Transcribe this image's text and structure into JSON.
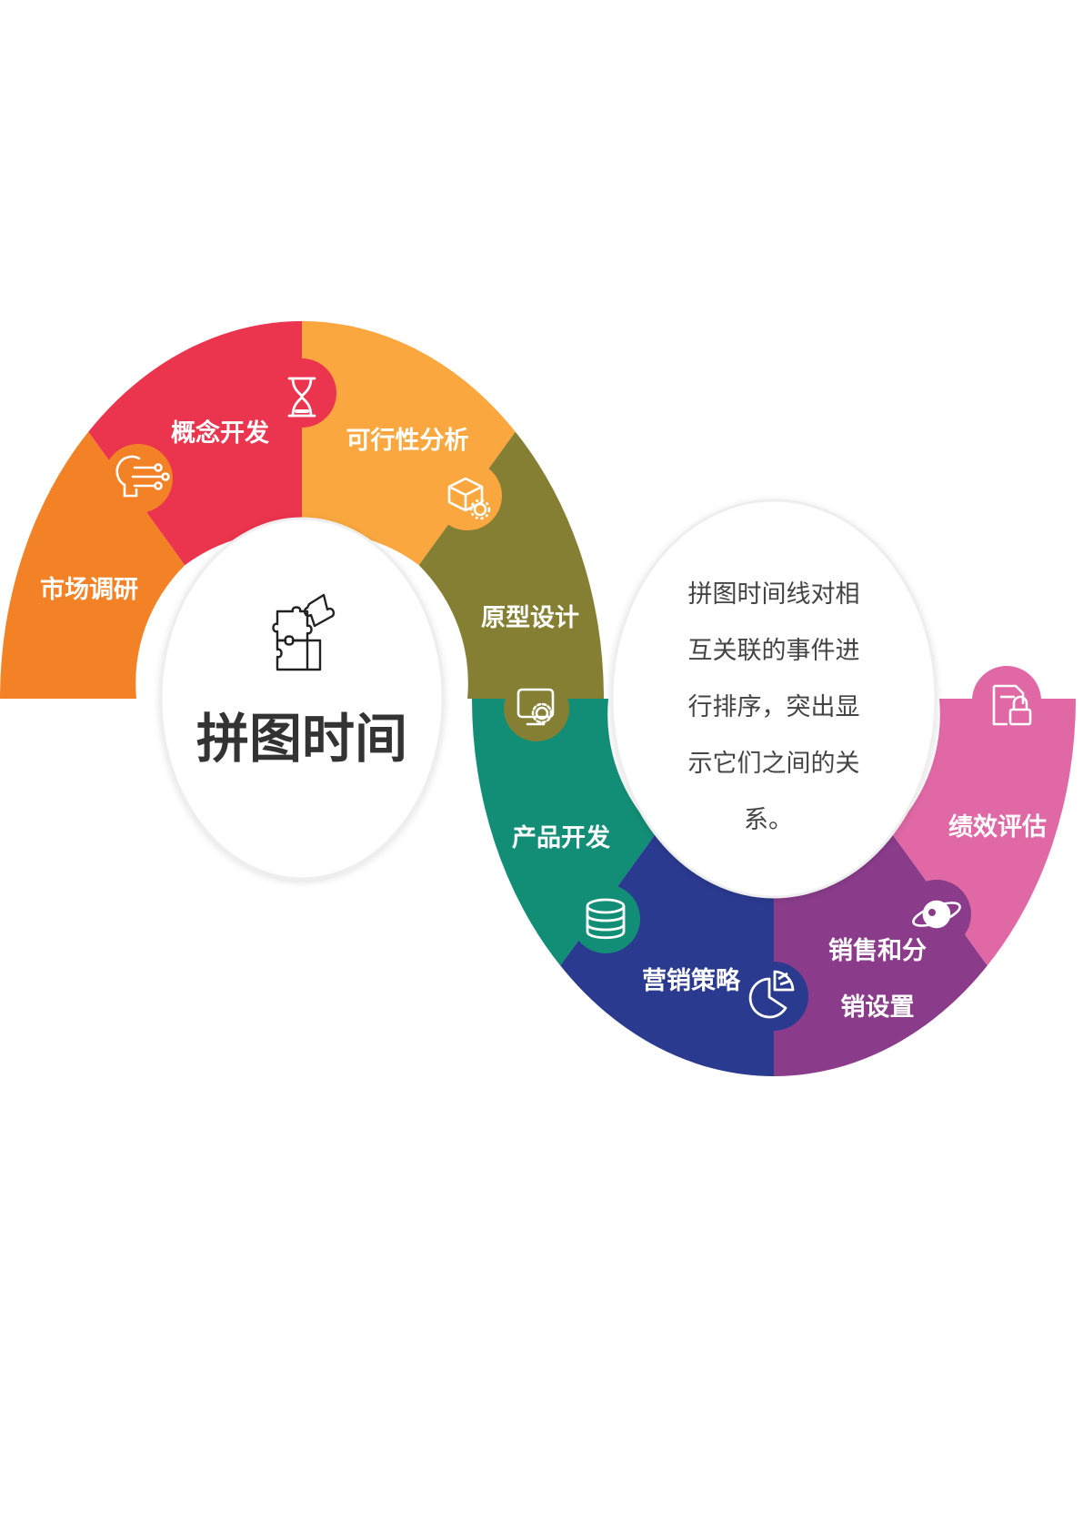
{
  "title": "拼图时间",
  "description_lines": [
    "拼图时间线对相",
    "互关联的事件进",
    "行排序，突出显",
    "示它们之间的关",
    "系。"
  ],
  "steps": [
    {
      "label": "市场调研",
      "color": "#F38125",
      "icon": "head-network-icon"
    },
    {
      "label": "概念开发",
      "color": "#EB344E",
      "icon": "hourglass-icon"
    },
    {
      "label": "可行性分析",
      "color": "#F9A73E",
      "icon": "cube-gear-icon"
    },
    {
      "label": "原型设计",
      "color": "#847F33",
      "icon": "monitor-gear-icon"
    },
    {
      "label": "产品开发",
      "color": "#138E76",
      "icon": "database-icon"
    },
    {
      "label": "营销策略",
      "color": "#2A3A8F",
      "icon": "pie-chart-icon"
    },
    {
      "label_line1": "销售和分",
      "label_line2": "销设置",
      "color": "#8A3C8B",
      "icon": "planet-icon"
    },
    {
      "label": "绩效评估",
      "color": "#E068A5",
      "icon": "document-lock-icon"
    }
  ],
  "center_icon": "puzzle-icon"
}
